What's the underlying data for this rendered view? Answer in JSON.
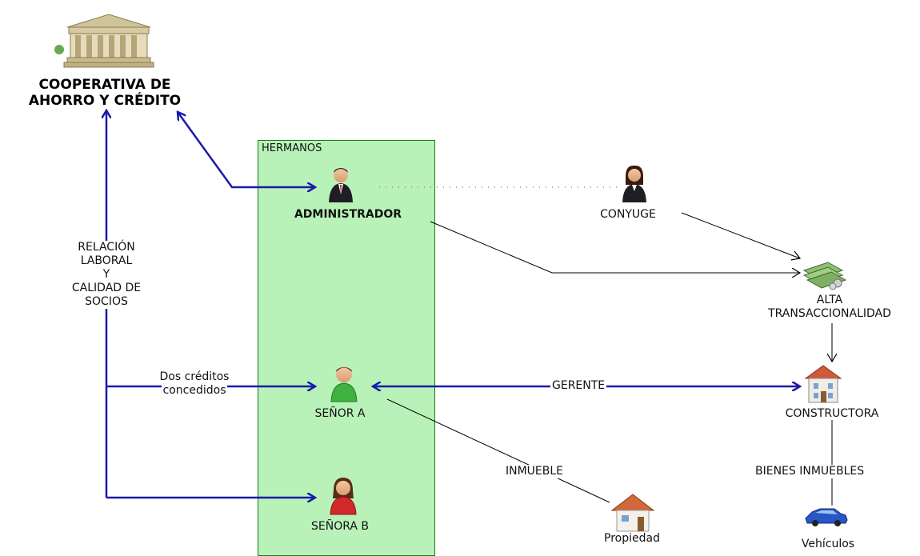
{
  "cooperative": {
    "line1": "COOPERATIVA DE",
    "line2": "AHORRO Y CRÉDITO"
  },
  "group": {
    "label": "HERMANOS"
  },
  "nodes": {
    "administrador": "ADMINISTRADOR",
    "conyuge": "CONYUGE",
    "senor_a": "SEÑOR A",
    "senora_b": "SEÑORA B",
    "alta": {
      "line1": "ALTA",
      "line2": "TRANSACCIONALIDAD"
    },
    "constructora": "CONSTRUCTORA",
    "propiedad": "Propiedad",
    "vehiculos": "Vehículos"
  },
  "edges": {
    "relacion": {
      "line1": "RELACIÓN",
      "line2": "LABORAL",
      "line3": "Y",
      "line4": "CALIDAD DE",
      "line5": "SOCIOS"
    },
    "creditos": {
      "line1": "Dos créditos",
      "line2": "concedidos"
    },
    "gerente": "GERENTE",
    "inmueble": "INMUEBLE",
    "bienes": "BIENES INMUEBLES"
  },
  "colors": {
    "blue_edge": "#1a1aa8",
    "black_edge": "#000000",
    "dotted_edge": "#e05050",
    "group_fill": "#b9f2b9"
  },
  "icons": {
    "cooperative": "bank-building-icon",
    "administrador": "businessman-icon",
    "conyuge": "businesswoman-icon",
    "senor_a": "person-green-icon",
    "senora_b": "woman-red-icon",
    "alta": "money-stack-icon",
    "constructora": "building-icon",
    "propiedad": "house-icon",
    "vehiculos": "car-icon"
  }
}
